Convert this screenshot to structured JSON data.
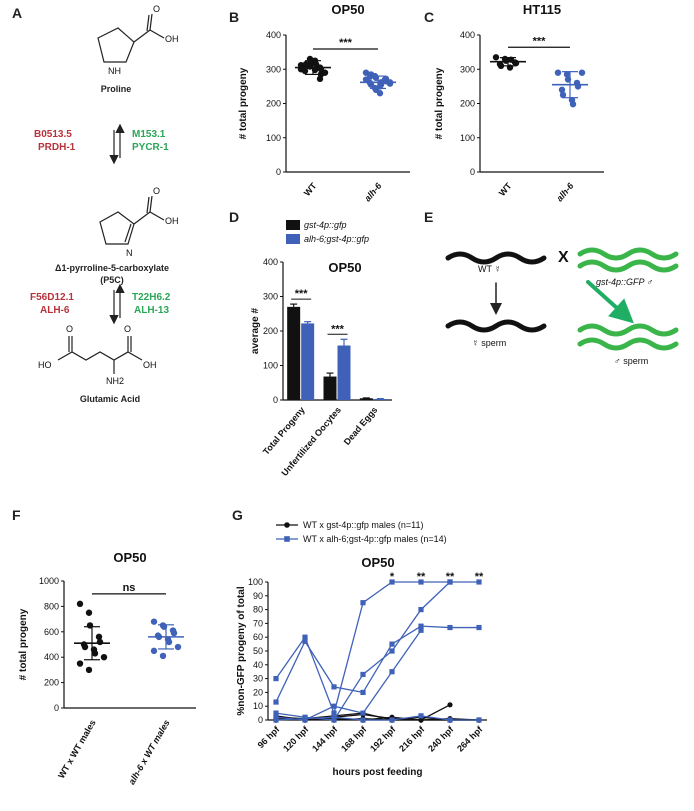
{
  "panels": {
    "A": "A",
    "B": "B",
    "C": "C",
    "D": "D",
    "E": "E",
    "F": "F",
    "G": "G"
  },
  "pathway": {
    "proline": "Proline",
    "p5c_line1": "Δ1-pyrroline-5-carboxylate",
    "p5c_line2": "(P5C)",
    "glutamic": "Glutamic Acid",
    "step1_left": [
      "B0513.5",
      "PRDH-1"
    ],
    "step1_right": [
      "M153.1",
      "PYCR-1"
    ],
    "step2_left": [
      "F56D12.1",
      "ALH-6"
    ],
    "step2_right": [
      "T22H6.2",
      "ALH-13"
    ],
    "atoms": {
      "oh": "OH",
      "o": "O",
      "nh": "NH",
      "n": "N",
      "ho": "HO",
      "nh2": "NH2"
    }
  },
  "cross": {
    "wt_label": "WT ☿",
    "gfp_male_label": "gst-4p::GFP ♂",
    "x_mark": "X",
    "herm_sperm": "☿ sperm",
    "male_sperm": "♂ sperm",
    "colors": {
      "wt": "#111111",
      "gfp": "#39b54a",
      "arrow": "#1fae64"
    }
  },
  "colors": {
    "black": "#111111",
    "blue": "#3f62b8"
  },
  "chart_data": [
    {
      "id": "B",
      "type": "scatter",
      "title": "OP50",
      "ylabel": "# total progeny",
      "ylim": [
        0,
        400
      ],
      "yticks": [
        0,
        100,
        200,
        300,
        400
      ],
      "categories": [
        "WT",
        "alh-6"
      ],
      "series": [
        {
          "category": "WT",
          "color": "#111111",
          "values": [
            312,
            330,
            318,
            305,
            300,
            295,
            310,
            325,
            315,
            290,
            300,
            308,
            320,
            272,
            285,
            305,
            315,
            298
          ],
          "mean": 305,
          "sd": 20
        },
        {
          "category": "alh-6",
          "color": "#3f62b8",
          "values": [
            290,
            280,
            275,
            270,
            265,
            260,
            255,
            250,
            262,
            258,
            270,
            245,
            240,
            268,
            272,
            278,
            285,
            230,
            255,
            262
          ],
          "mean": 262,
          "sd": 18
        }
      ],
      "significance": "***"
    },
    {
      "id": "C",
      "type": "scatter",
      "title": "HT115",
      "ylabel": "# total progeny",
      "ylim": [
        0,
        400
      ],
      "yticks": [
        0,
        100,
        200,
        300,
        400
      ],
      "categories": [
        "WT",
        "alh-6"
      ],
      "series": [
        {
          "category": "WT",
          "color": "#111111",
          "values": [
            335,
            330,
            325,
            320,
            318,
            315,
            310,
            305,
            328
          ],
          "mean": 322,
          "sd": 12
        },
        {
          "category": "alh-6",
          "color": "#3f62b8",
          "values": [
            290,
            285,
            270,
            260,
            250,
            240,
            225,
            210,
            198,
            290
          ],
          "mean": 255,
          "sd": 38
        }
      ],
      "significance": "***"
    },
    {
      "id": "D",
      "type": "bar",
      "title": "OP50",
      "ylabel": "average #",
      "ylim": [
        0,
        400
      ],
      "yticks": [
        0,
        100,
        200,
        300,
        400
      ],
      "categories": [
        "Total Progeny",
        "Unfertilized Oocytes",
        "Dead Eggs"
      ],
      "series": [
        {
          "name": "gst-4p::gfp",
          "color": "#111111",
          "values": [
            270,
            68,
            5
          ],
          "errors": [
            8,
            10,
            1
          ]
        },
        {
          "name": "alh-6;gst-4p::gfp",
          "color": "#3f62b8",
          "values": [
            222,
            158,
            3
          ],
          "errors": [
            5,
            18,
            1
          ]
        }
      ],
      "significance": [
        "***",
        "***",
        ""
      ]
    },
    {
      "id": "F",
      "type": "scatter",
      "title": "OP50",
      "ylabel": "# total progeny",
      "ylim": [
        0,
        1000
      ],
      "yticks": [
        0,
        200,
        400,
        600,
        800,
        1000
      ],
      "categories": [
        "WT x WT males",
        "alh-6 x WT males"
      ],
      "series": [
        {
          "category": "WT x WT males",
          "color": "#111111",
          "values": [
            820,
            750,
            650,
            560,
            520,
            500,
            480,
            460,
            430,
            400,
            350,
            300
          ],
          "mean": 510,
          "sd": 130
        },
        {
          "category": "alh-6 x WT males",
          "color": "#3f62b8",
          "values": [
            680,
            650,
            640,
            610,
            590,
            570,
            560,
            540,
            520,
            480,
            450,
            410
          ],
          "mean": 560,
          "sd": 95
        }
      ],
      "significance": "ns"
    },
    {
      "id": "G",
      "type": "line",
      "title": "OP50",
      "ylabel": "%non-GFP progeny of total",
      "xlabel": "hours post feeding",
      "categories": [
        "96 hpf",
        "120 hpf",
        "144 hpf",
        "168 hpf",
        "192 hpf",
        "216 hpf",
        "240 hpf",
        "264 hpf"
      ],
      "ylim": [
        0,
        100
      ],
      "yticks": [
        0,
        10,
        20,
        30,
        40,
        50,
        60,
        70,
        80,
        90,
        100
      ],
      "legend": [
        "WT x gst-4p::gfp males (n=11)",
        "WT x alh-6;gst-4p::gfp males (n=14)"
      ],
      "significance": [
        "",
        "",
        "",
        "",
        "*",
        "**",
        "**",
        "**"
      ],
      "series": [
        {
          "group": "WT",
          "color": "#111111",
          "values": [
            2,
            1,
            3,
            5,
            0,
            0,
            11,
            null
          ]
        },
        {
          "group": "WT",
          "color": "#111111",
          "values": [
            1,
            0,
            2,
            4,
            1,
            0,
            0,
            0
          ]
        },
        {
          "group": "WT",
          "color": "#111111",
          "values": [
            0,
            1,
            0,
            1,
            0,
            2,
            0,
            0
          ]
        },
        {
          "group": "WT",
          "color": "#111111",
          "values": [
            3,
            0,
            1,
            0,
            2,
            0,
            1,
            0
          ]
        },
        {
          "group": "alh-6",
          "color": "#3f62b8",
          "values": [
            30,
            60,
            5,
            85,
            100,
            100,
            100,
            100
          ]
        },
        {
          "group": "alh-6",
          "color": "#3f62b8",
          "values": [
            13,
            57,
            24,
            20,
            55,
            68,
            67,
            67
          ]
        },
        {
          "group": "alh-6",
          "color": "#3f62b8",
          "values": [
            5,
            2,
            0,
            33,
            50,
            80,
            100,
            null
          ]
        },
        {
          "group": "alh-6",
          "color": "#3f62b8",
          "values": [
            2,
            0,
            10,
            5,
            35,
            65,
            null,
            null
          ]
        },
        {
          "group": "alh-6",
          "color": "#3f62b8",
          "values": [
            0,
            1,
            2,
            0,
            0,
            3,
            0,
            0
          ]
        }
      ]
    }
  ]
}
